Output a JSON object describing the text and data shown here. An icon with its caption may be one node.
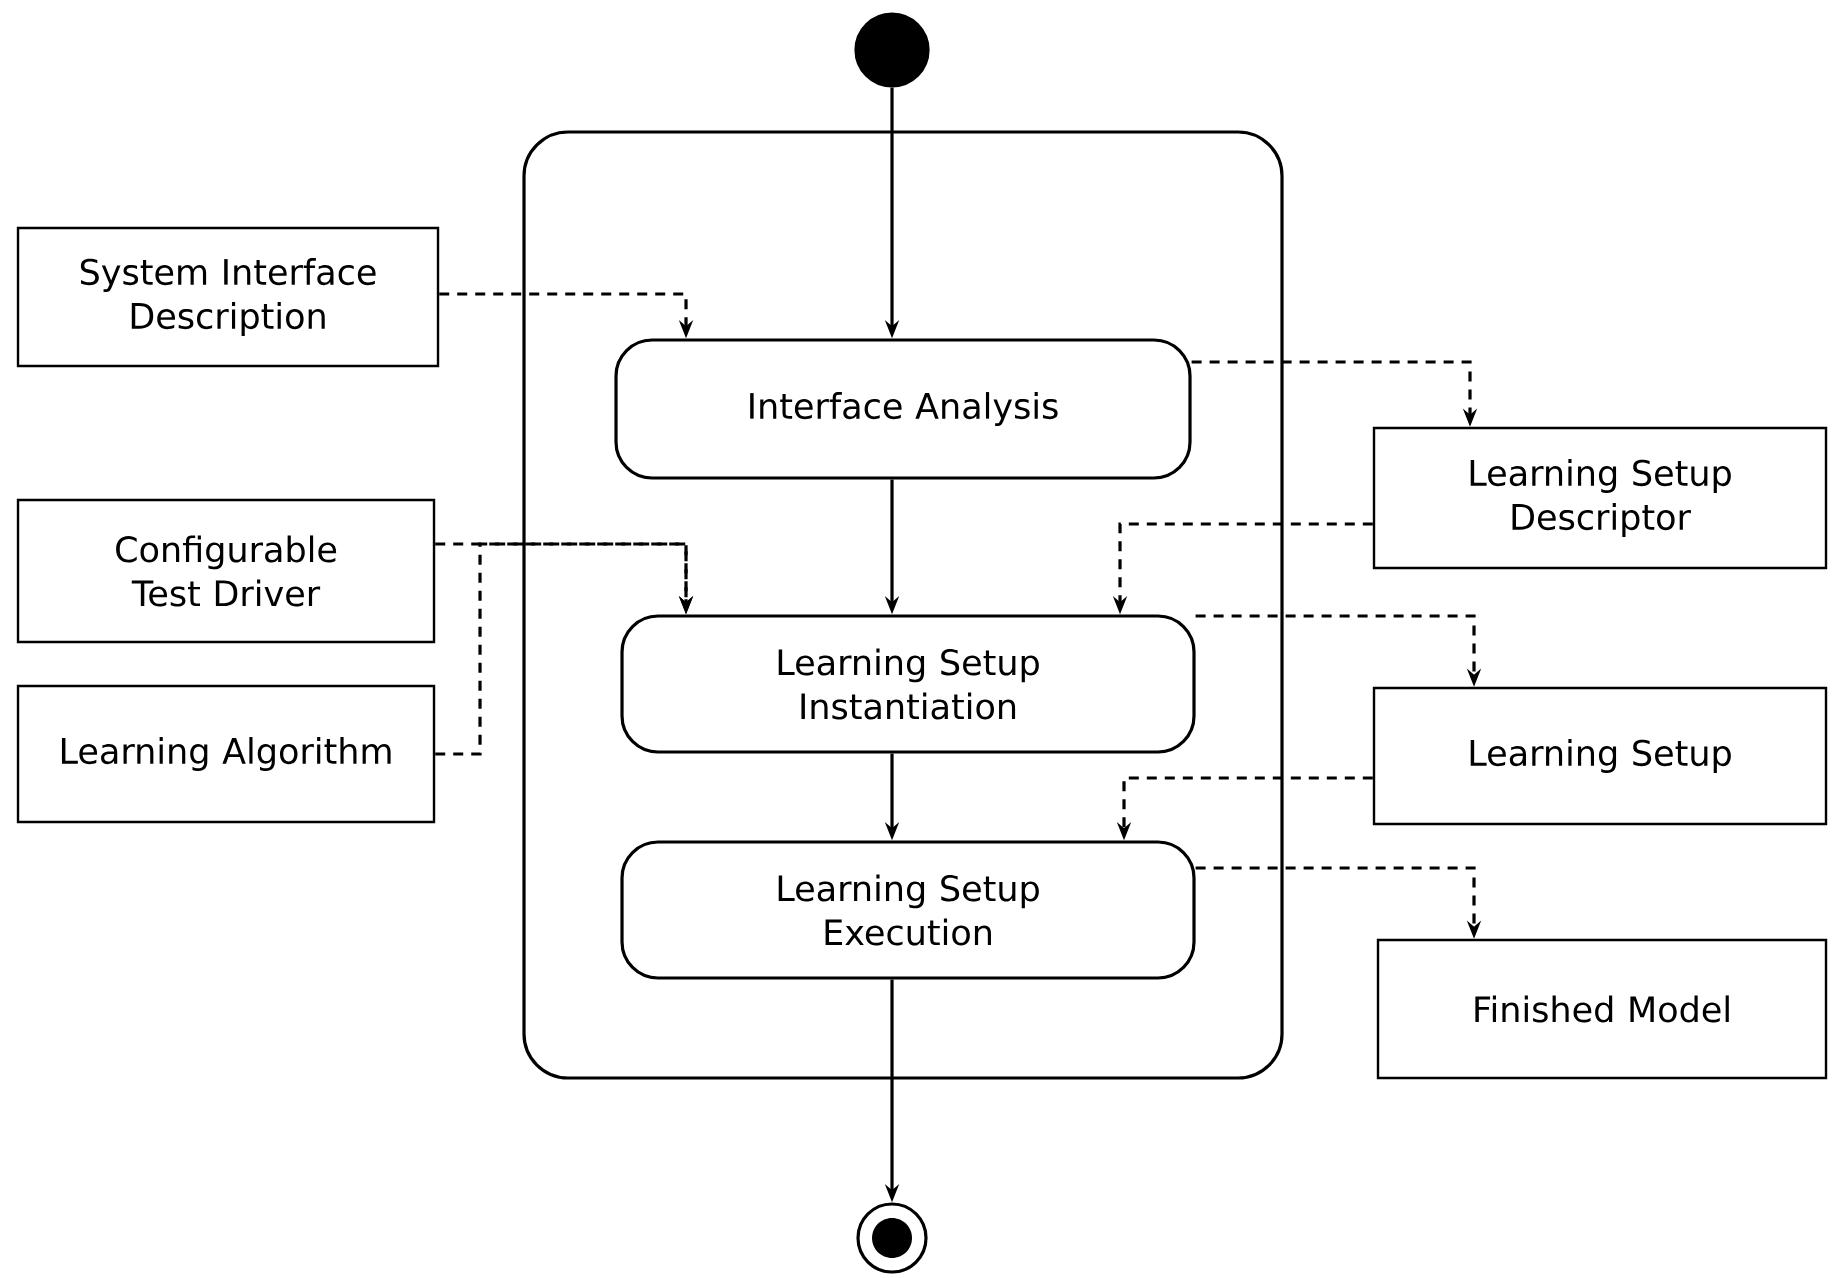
{
  "diagram": {
    "nodes": [
      {
        "text": [],
        "shape": "circle"
      },
      {
        "text": [],
        "shape": "box"
      },
      {
        "text": [
          "Interface Analysis"
        ],
        "in": 1
      },
      {
        "text": [
          "Learning Setup Instantiation"
        ],
        "in": 1
      },
      {
        "text": [
          "Learning Setup Execution"
        ],
        "in": 1
      },
      {
        "text": [],
        "shape": "circle"
      },
      {
        "text": [
          "System Interface Description"
        ]
      },
      {
        "text": [
          "Configurable Test Driver"
        ]
      },
      {
        "text": [
          "Learning Algorithm"
        ]
      },
      {
        "text": [
          "Learning Setup Descriptor"
        ]
      },
      {
        "text": [
          "Learning Setup"
        ]
      },
      {
        "text": [
          "Finished Model"
        ]
      }
    ],
    "edges": [
      {
        "from": 0,
        "to": 2,
        "arrow": "to"
      },
      {
        "from": 2,
        "to": 3,
        "arrow": "to"
      },
      {
        "from": 3,
        "to": 4,
        "arrow": "to"
      },
      {
        "from": 4,
        "to": 5,
        "arrow": "to"
      },
      {
        "from": 6,
        "to": 2,
        "arrow": "to",
        "style": "dashed"
      },
      {
        "from": 7,
        "to": 3,
        "arrow": "to",
        "style": "dashed"
      },
      {
        "from": 8,
        "to": 3,
        "arrow": "to",
        "style": "dashed"
      },
      {
        "from": 2,
        "to": 9,
        "arrow": "to",
        "style": "dashed"
      },
      {
        "from": 9,
        "to": 3,
        "arrow": "to",
        "style": "dashed"
      },
      {
        "from": 3,
        "to": 10,
        "arrow": "to",
        "style": "dashed"
      },
      {
        "from": 10,
        "to": 4,
        "arrow": "to",
        "style": "dashed"
      },
      {
        "from": 4,
        "to": 11,
        "arrow": "to",
        "style": "dashed"
      }
    ]
  }
}
